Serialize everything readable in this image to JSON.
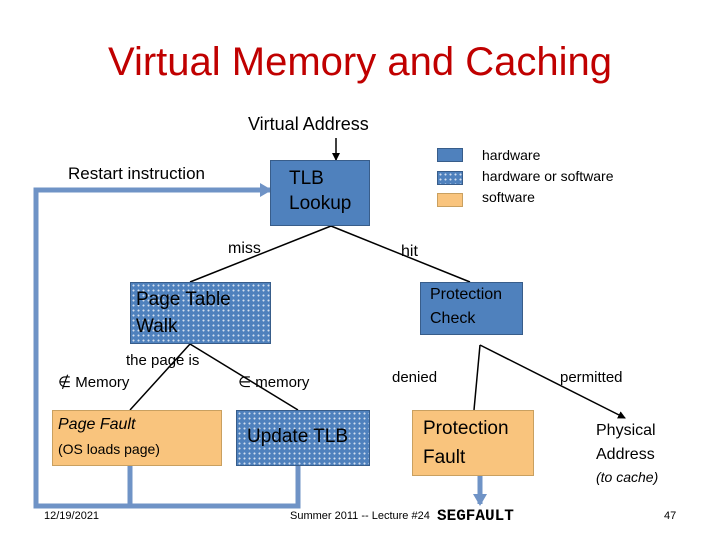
{
  "title": "Virtual Memory and Caching",
  "top_label": "Virtual Address",
  "restart_label": "Restart instruction",
  "legend": [
    {
      "label": "hardware",
      "color": "#4f81bd",
      "style": "solid"
    },
    {
      "label": "hardware or software",
      "color": "#4f81bd",
      "style": "dotted"
    },
    {
      "label": "software",
      "color": "#f9c47d",
      "style": "solid"
    }
  ],
  "nodes": {
    "tlb": {
      "line1": "TLB",
      "line2": "Lookup"
    },
    "page_table": {
      "line1": "Page Table",
      "line2": "Walk"
    },
    "protection_check": {
      "line1": "Protection",
      "line2": "Check"
    },
    "page_fault": {
      "line1": "Page Fault",
      "line2": "(OS loads page)"
    },
    "update_tlb": {
      "line1": "Update TLB"
    },
    "protection_fault": {
      "line1": "Protection",
      "line2": "Fault"
    },
    "physical": {
      "line1": "Physical",
      "line2": "Address",
      "line3": "(to cache)"
    }
  },
  "edges": {
    "miss": "miss",
    "hit": "hit",
    "the_page_is": "the  page  is",
    "not_in_memory": "∉  Memory",
    "in_memory": "∈  memory",
    "denied": "denied",
    "permitted": "permitted"
  },
  "segfault": "SEGFAULT",
  "footer": {
    "date": "12/19/2021",
    "lecture": "Summer 2011 -- Lecture #24",
    "page": "47"
  }
}
